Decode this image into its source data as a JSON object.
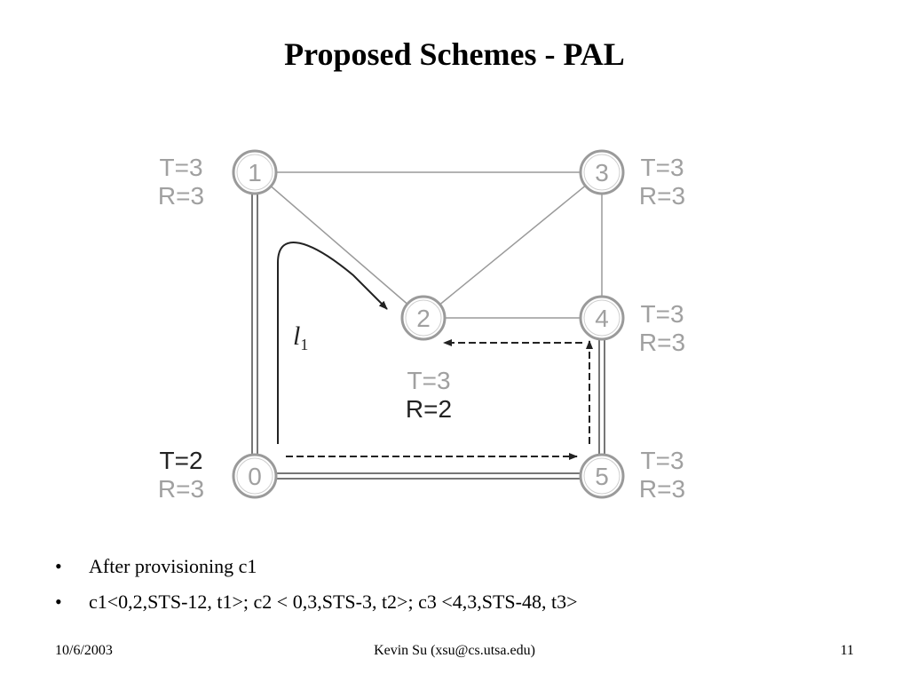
{
  "slide": {
    "title": "Proposed Schemes - PAL",
    "colors": {
      "node_stroke": "#9a9a9a",
      "edge": "#9a9a9a",
      "highlight": "#333333",
      "label_gray": "#a0a0a0",
      "label_dark": "#222222"
    }
  },
  "diagram": {
    "nodes": [
      {
        "id": "0",
        "t": "T=2",
        "r": "R=3"
      },
      {
        "id": "1",
        "t": "T=3",
        "r": "R=3"
      },
      {
        "id": "2",
        "t": "T=3",
        "r": "R=2"
      },
      {
        "id": "3",
        "t": "T=3",
        "r": "R=3"
      },
      {
        "id": "4",
        "t": "T=3",
        "r": "R=3"
      },
      {
        "id": "5",
        "t": "T=3",
        "r": "R=3"
      }
    ],
    "edges": [
      [
        "1",
        "3"
      ],
      [
        "1",
        "2"
      ],
      [
        "3",
        "2"
      ],
      [
        "2",
        "4"
      ],
      [
        "3",
        "4"
      ],
      [
        "1",
        "0"
      ],
      [
        "0",
        "5"
      ],
      [
        "4",
        "5"
      ]
    ],
    "path_label": "l",
    "path_label_sub": "1"
  },
  "bullets": [
    "After provisioning c1",
    "c1<0,2,STS-12, t1>; c2 < 0,3,STS-3, t2>; c3 <4,3,STS-48, t3>"
  ],
  "bullet_symbol": "•",
  "footer": {
    "date": "10/6/2003",
    "author": "Kevin Su (xsu@cs.utsa.edu)",
    "page": "11"
  }
}
